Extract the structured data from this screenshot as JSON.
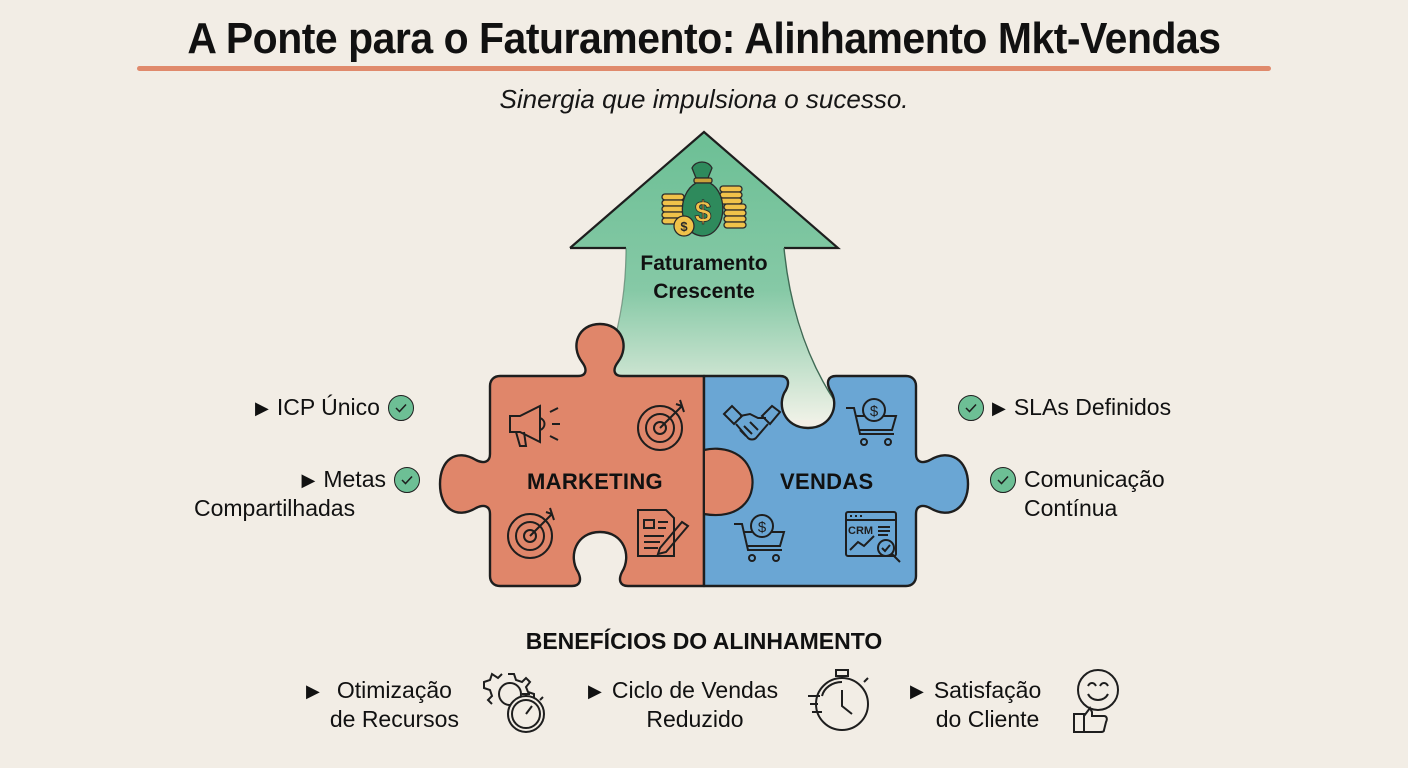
{
  "header": {
    "title": "A Ponte para o Faturamento: Alinhamento Mkt-Vendas",
    "subtitle": "Sinergia que impulsiona o sucesso."
  },
  "arrow": {
    "label_line1": "Faturamento",
    "label_line2": "Crescente",
    "icon": "money-bag-coins-icon",
    "color": "#6cbf95"
  },
  "puzzle": {
    "marketing": {
      "label": "MARKETING",
      "color": "#e0866a",
      "icons": [
        "megaphone-icon",
        "target-icon",
        "target-icon",
        "document-edit-icon"
      ]
    },
    "vendas": {
      "label": "VENDAS",
      "color": "#6aa6d4",
      "icons": [
        "handshake-icon",
        "cart-dollar-icon",
        "cart-dollar-icon",
        "crm-analytics-icon"
      ]
    }
  },
  "left_items": [
    {
      "marker": "▶",
      "text": "ICP Único",
      "checked": true
    },
    {
      "marker": "▶",
      "text_line1": "Metas",
      "text_line2": "Compartilhadas",
      "checked": true
    }
  ],
  "right_items": [
    {
      "marker": "▶",
      "text": "SLAs Definidos",
      "checked": true
    },
    {
      "text_line1": "Comunicação",
      "text_line2": "Contínua",
      "checked": true
    }
  ],
  "benefits": {
    "title": "BENEFÍCIOS DO ALINHAMENTO",
    "items": [
      {
        "marker": "▶",
        "line1": "Otimização",
        "line2": "de Recursos",
        "icon": "gear-stopwatch-icon"
      },
      {
        "marker": "▶",
        "line1": "Ciclo de Vendas",
        "line2": "Reduzido",
        "icon": "fast-stopwatch-icon"
      },
      {
        "marker": "▶",
        "line1": "Satisfação",
        "line2": "do Cliente",
        "icon": "smiley-thumbs-up-icon"
      }
    ]
  },
  "colors": {
    "background": "#f2ede5",
    "accent_underline": "#e08a6c",
    "check_green": "#6dbf95"
  }
}
